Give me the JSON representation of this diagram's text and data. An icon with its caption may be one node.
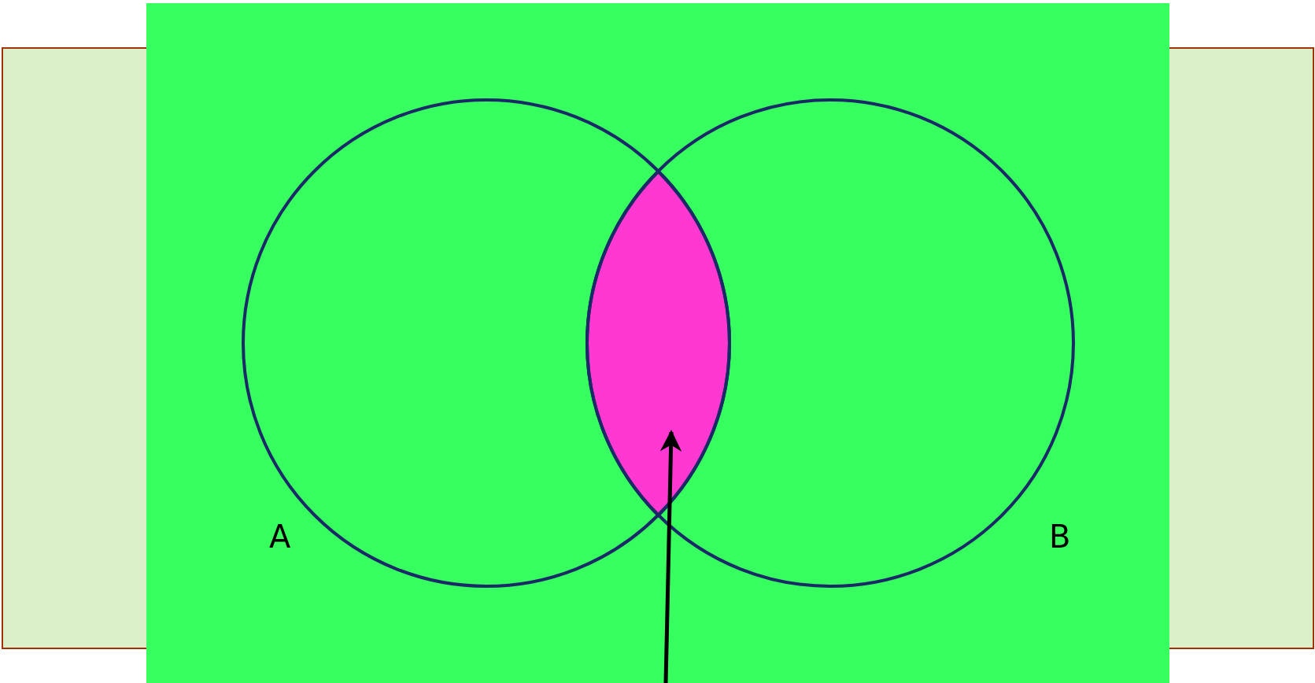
{
  "diagram": {
    "nodes": [
      {
        "text": [],
        "shape": "circle",
        "beside": [
          "A"
        ]
      },
      {
        "text": [],
        "shape": "circle",
        "beside": [
          "B"
        ]
      },
      {
        "text": [],
        "shape": "lens"
      }
    ],
    "edges": [
      {
        "from": null,
        "to": 2,
        "arrow": "to"
      }
    ]
  }
}
